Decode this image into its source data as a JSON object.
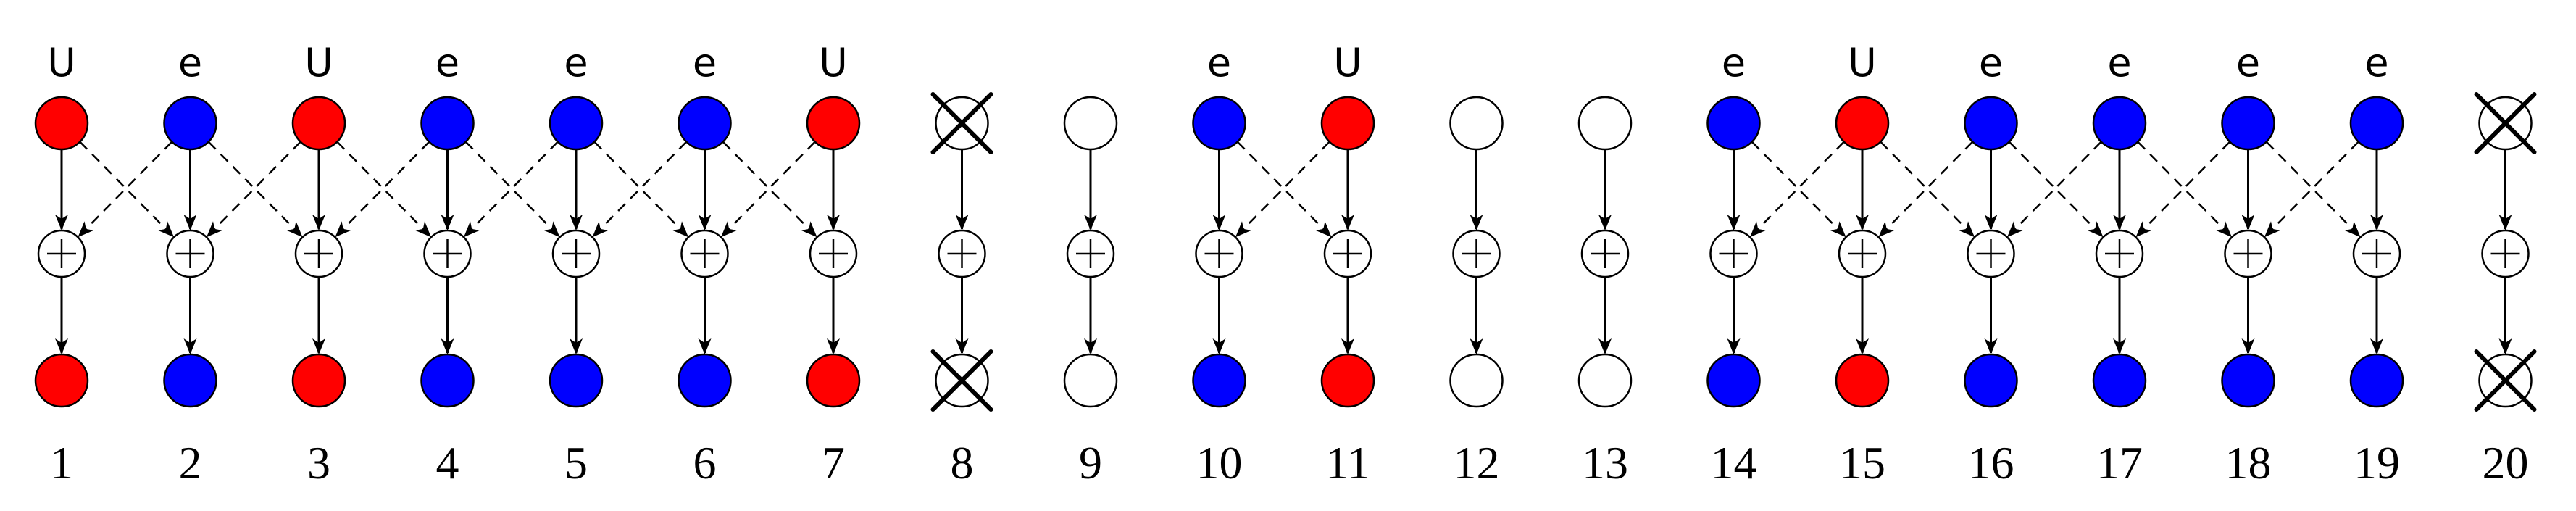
{
  "colors": {
    "U": "#ff0000",
    "e": "#0000ff",
    "empty": "#ffffff"
  },
  "columns": [
    {
      "number": "1",
      "type": "U",
      "label": "U"
    },
    {
      "number": "2",
      "type": "e",
      "label": "e"
    },
    {
      "number": "3",
      "type": "U",
      "label": "U"
    },
    {
      "number": "4",
      "type": "e",
      "label": "e"
    },
    {
      "number": "5",
      "type": "e",
      "label": "e"
    },
    {
      "number": "6",
      "type": "e",
      "label": "e"
    },
    {
      "number": "7",
      "type": "U",
      "label": "U"
    },
    {
      "number": "8",
      "type": "empty",
      "label": "",
      "crossed": true
    },
    {
      "number": "9",
      "type": "empty",
      "label": ""
    },
    {
      "number": "10",
      "type": "e",
      "label": "e"
    },
    {
      "number": "11",
      "type": "U",
      "label": "U"
    },
    {
      "number": "12",
      "type": "empty",
      "label": ""
    },
    {
      "number": "13",
      "type": "empty",
      "label": ""
    },
    {
      "number": "14",
      "type": "e",
      "label": "e"
    },
    {
      "number": "15",
      "type": "U",
      "label": "U"
    },
    {
      "number": "16",
      "type": "e",
      "label": "e"
    },
    {
      "number": "17",
      "type": "e",
      "label": "e"
    },
    {
      "number": "18",
      "type": "e",
      "label": "e"
    },
    {
      "number": "19",
      "type": "e",
      "label": "e"
    },
    {
      "number": "20",
      "type": "empty",
      "label": "",
      "crossed": true
    }
  ],
  "groups": [
    [
      1,
      7
    ],
    [
      10,
      11
    ],
    [
      14,
      19
    ]
  ]
}
